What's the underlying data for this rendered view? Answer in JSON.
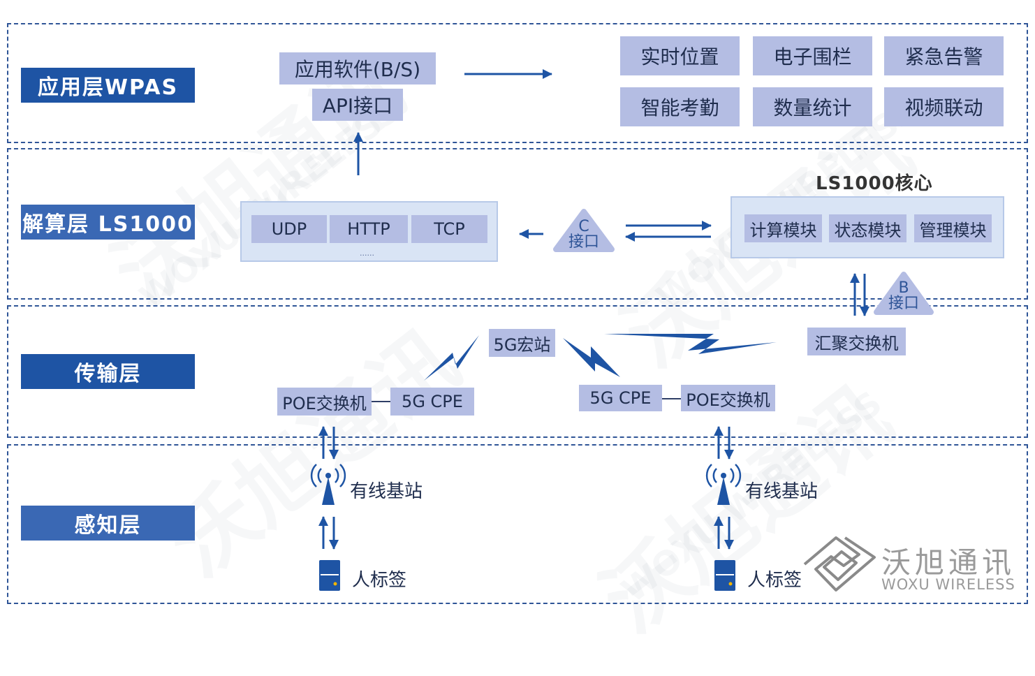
{
  "colors": {
    "dark_blue": "#1e54a4",
    "mid_blue": "#2f5597",
    "box_fill": "#b4bde3",
    "panel_fill": "#d9e4f5",
    "text": "#1f2d4d"
  },
  "layers": {
    "application": {
      "label": "应用层WPAS"
    },
    "compute": {
      "label": "解算层 LS1000"
    },
    "transport": {
      "label": "传输层"
    },
    "perception": {
      "label": "感知层"
    }
  },
  "app": {
    "software": "应用软件(B/S)",
    "api": "API接口",
    "functions": [
      "实时位置",
      "电子围栏",
      "紧急告警",
      "智能考勤",
      "数量统计",
      "视频联动"
    ]
  },
  "compute": {
    "protocols": [
      "UDP",
      "HTTP",
      "TCP"
    ],
    "protocol_more": "......",
    "c_interface": {
      "letter": "C",
      "text": "接口"
    },
    "core_title": "LS1000核心",
    "modules": [
      "计算模块",
      "状态模块",
      "管理模块"
    ],
    "b_interface": {
      "letter": "B",
      "text": "接口"
    }
  },
  "transport": {
    "macro_station": "5G宏站",
    "aggregation_switch": "汇聚交换机",
    "left_poe": "POE交换机",
    "left_cpe": "5G CPE",
    "right_cpe": "5G CPE",
    "right_poe": "POE交换机"
  },
  "perception": {
    "left_base_station": "有线基站",
    "left_tag": "人标签",
    "right_base_station": "有线基站",
    "right_tag": "人标签"
  },
  "logo": {
    "cn": "沃旭通讯",
    "en": "WOXU WIRELESS"
  },
  "watermark": {
    "cn": "沃旭通讯",
    "en": "WOXU WIRELESS"
  }
}
